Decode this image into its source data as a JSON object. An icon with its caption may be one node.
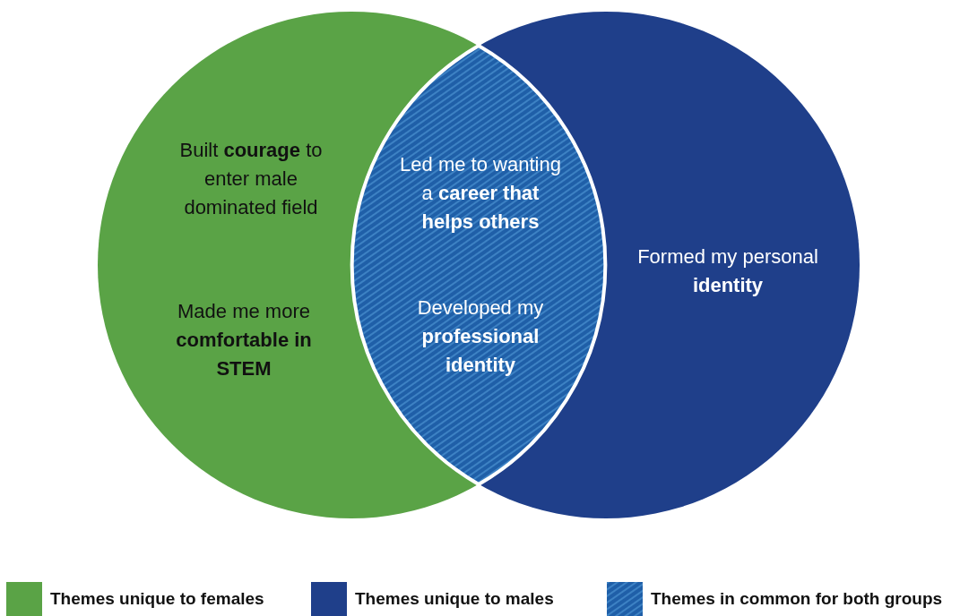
{
  "diagram": {
    "nodes": [
      {
        "text": [
          "Built **courage** to enter male dominated field",
          "Made me more **comfortable in STEM**"
        ]
      },
      {
        "text": [
          "Formed my personal **identity**"
        ]
      },
      {
        "text": [
          "Led me to wanting a **career that helps others**",
          "Developed my **professional identity**"
        ]
      }
    ],
    "edges": [],
    "legend": [
      {
        "text": "Themes unique to females",
        "color": "#5aa346"
      },
      {
        "text": "Themes unique to males",
        "color": "#1f3f8a"
      },
      {
        "text": "Themes in common for both groups"
      }
    ]
  }
}
